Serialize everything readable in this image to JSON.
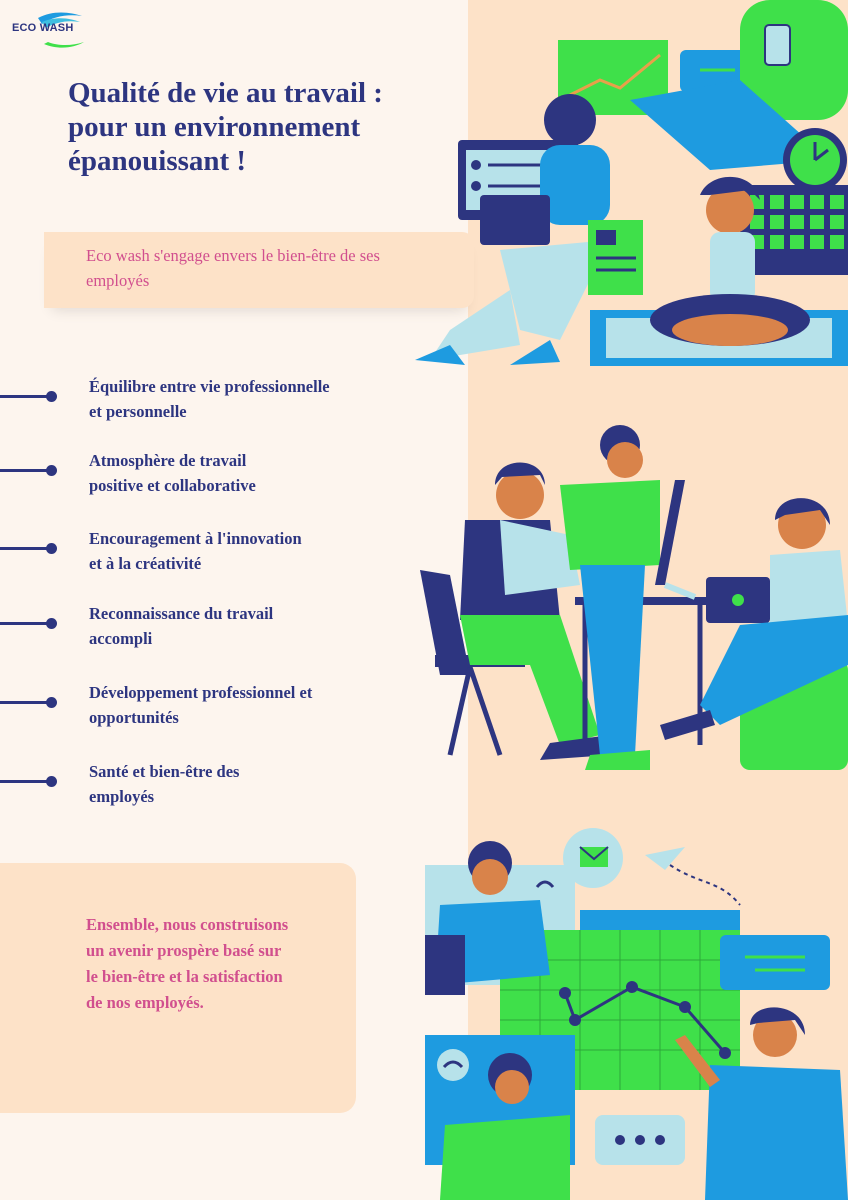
{
  "brand": {
    "name": "ECO WASH",
    "colors": {
      "navy": "#2d3580",
      "pink": "#d14f8e",
      "peach": "#fde2c8",
      "cream": "#fdf5ee",
      "green": "#3fe04a",
      "blue": "#1e9be0"
    }
  },
  "header": {
    "title_lines": [
      "Qualité de vie au travail :",
      "pour un environnement",
      "épanouissant !"
    ]
  },
  "pledge": {
    "text": "Eco wash s'engage envers le bien-être de ses employés"
  },
  "items": [
    {
      "lines": [
        "Équilibre entre vie professionnelle",
        "et personnelle"
      ]
    },
    {
      "lines": [
        "Atmosphère de travail",
        "positive et collaborative"
      ]
    },
    {
      "lines": [
        "Encouragement à l'innovation",
        "et à la créativité"
      ]
    },
    {
      "lines": [
        "Reconnaissance du travail",
        "accompli"
      ]
    },
    {
      "lines": [
        "Développement professionnel et",
        "opportunités"
      ]
    },
    {
      "lines": [
        "Santé et bien-être des",
        "employés"
      ]
    }
  ],
  "closing": {
    "text": "Ensemble, nous construisons un avenir prospère basé sur le bien-être et la satisfaction de nos employés."
  },
  "illustrations": {
    "top": "people-working-meditating-illustration",
    "middle": "team-collaborating-at-desk-illustration",
    "bottom": "remote-meeting-chart-illustration"
  }
}
